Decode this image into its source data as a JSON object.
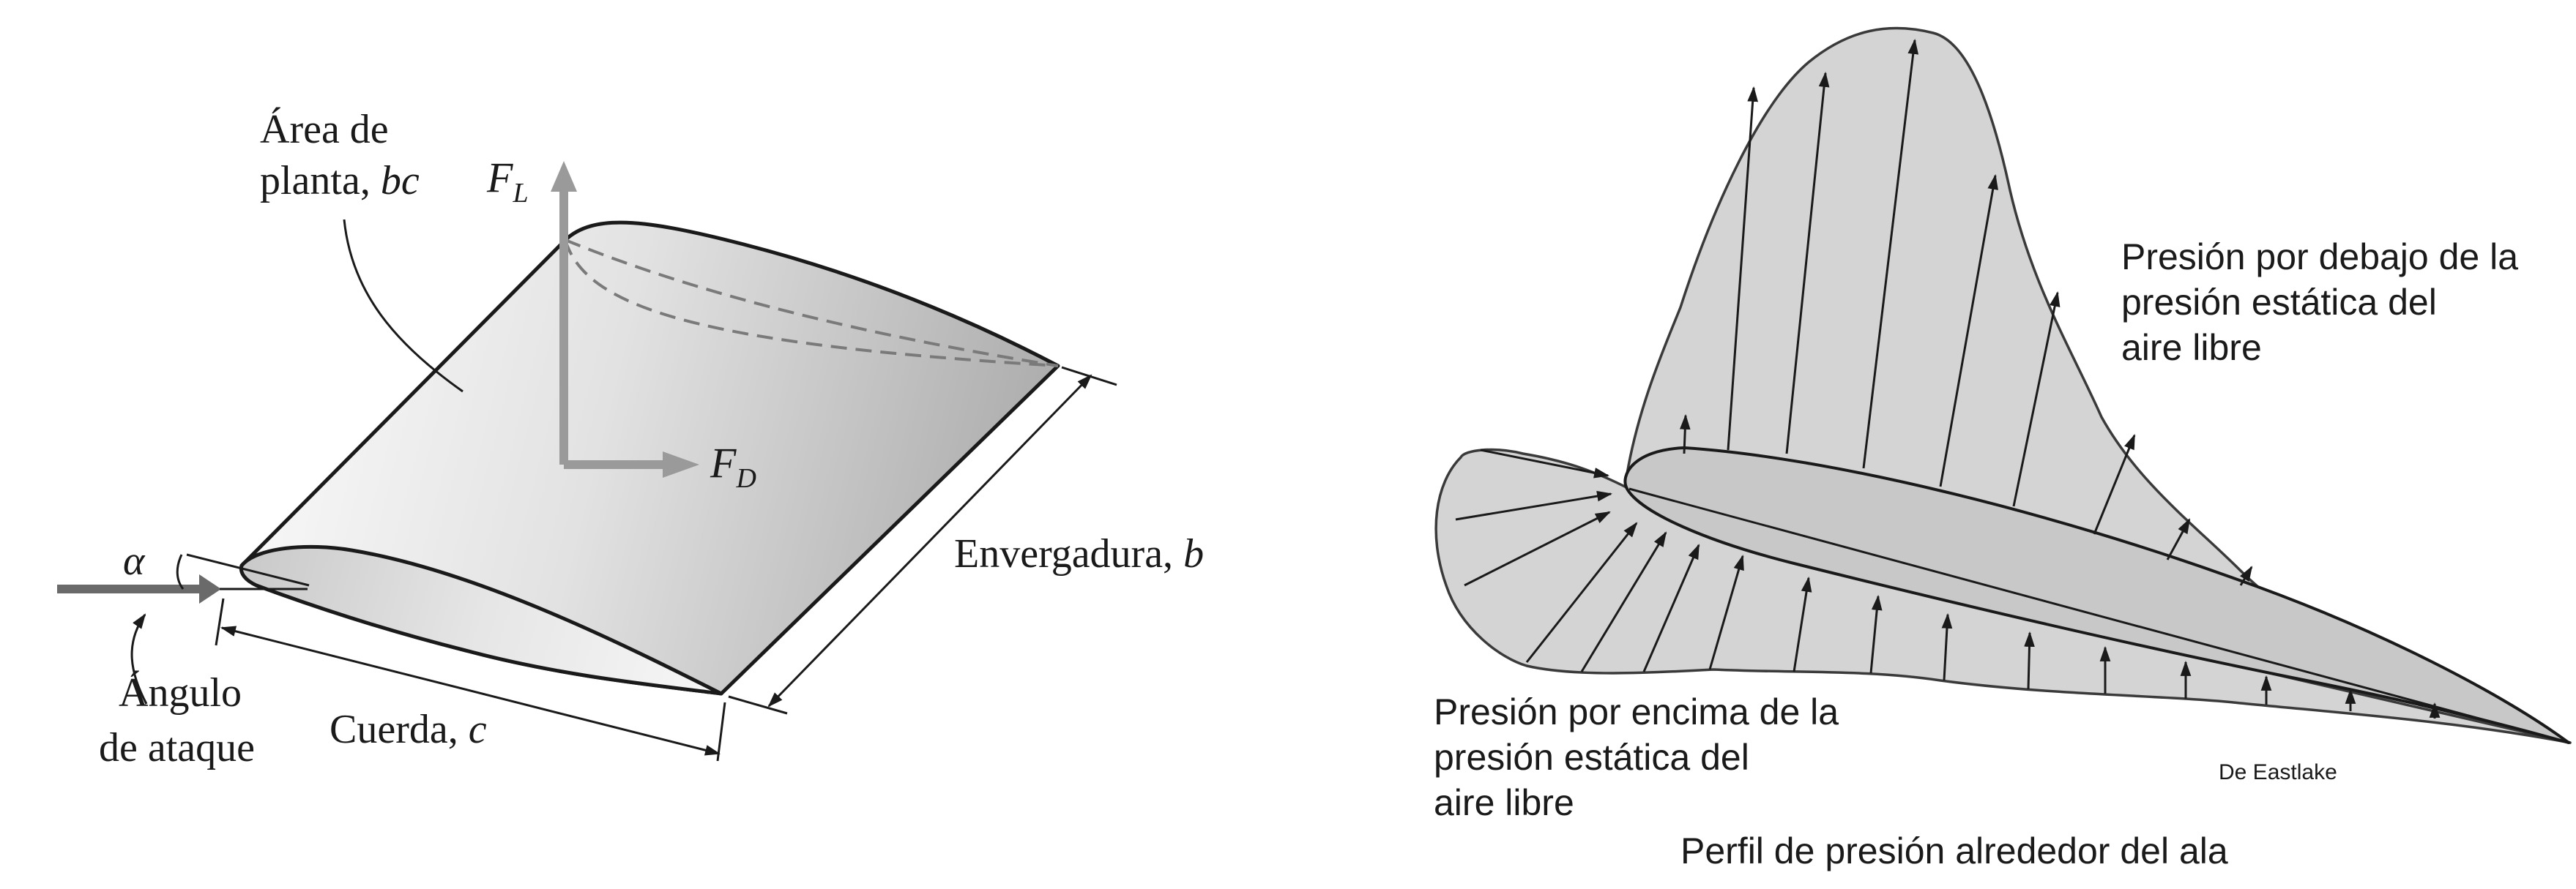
{
  "left_figure": {
    "planform_line1": "Área de",
    "planform_line2_a": "planta, ",
    "planform_line2_b": "bc",
    "lift_symbol": "F",
    "lift_sub": "L",
    "drag_symbol": "F",
    "drag_sub": "D",
    "alpha_symbol": "α",
    "angle_line1": "Ángulo",
    "angle_line2": "de ataque",
    "chord_a": "Cuerda, ",
    "chord_b": "c",
    "span_a": "Envergadura, ",
    "span_b": "b"
  },
  "right_figure": {
    "below_line1": "Presión por debajo de la",
    "below_line2": "presión estática del",
    "below_line3": "aire libre",
    "above_line1": "Presión por encima de la",
    "above_line2": "presión estática del",
    "above_line3": "aire libre",
    "credit": "De Eastlake",
    "caption": "Perfil de presión alrededor del ala"
  },
  "colors": {
    "line": "#1a1a1a",
    "force_arrow": "#9a9a9a",
    "pressure_fill": "#d4d4d4",
    "airfoil_fill": "#c8c8c8"
  }
}
